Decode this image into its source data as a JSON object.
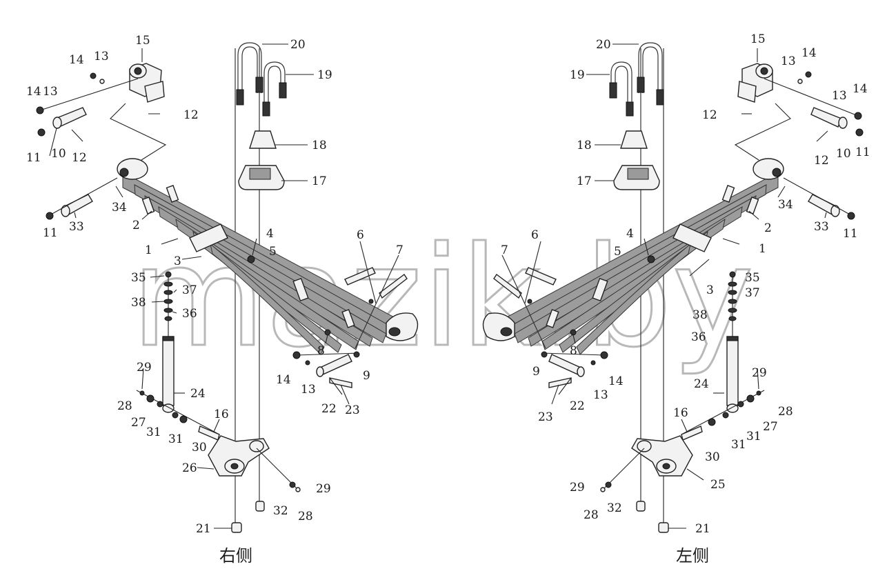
{
  "labels_right": [
    {
      "id": "r20",
      "text": "20"
    },
    {
      "id": "r19",
      "text": "19"
    },
    {
      "id": "r18",
      "text": "18"
    },
    {
      "id": "r17",
      "text": "17"
    },
    {
      "id": "r15",
      "text": "15"
    },
    {
      "id": "r14a",
      "text": "14"
    },
    {
      "id": "r13a",
      "text": "13"
    },
    {
      "id": "r14b",
      "text": "14"
    },
    {
      "id": "r13b",
      "text": "13"
    },
    {
      "id": "r12a",
      "text": "12"
    },
    {
      "id": "r11a",
      "text": "11"
    },
    {
      "id": "r10",
      "text": "10"
    },
    {
      "id": "r12b",
      "text": "12"
    },
    {
      "id": "r34",
      "text": "34"
    },
    {
      "id": "r11b",
      "text": "11"
    },
    {
      "id": "r33",
      "text": "33"
    },
    {
      "id": "r2",
      "text": "2"
    },
    {
      "id": "r1",
      "text": "1"
    },
    {
      "id": "r3",
      "text": "3"
    },
    {
      "id": "r4",
      "text": "4"
    },
    {
      "id": "r5",
      "text": "5"
    },
    {
      "id": "r6",
      "text": "6"
    },
    {
      "id": "r7",
      "text": "7"
    },
    {
      "id": "r35",
      "text": "35"
    },
    {
      "id": "r37",
      "text": "37"
    },
    {
      "id": "r38",
      "text": "38"
    },
    {
      "id": "r36",
      "text": "36"
    },
    {
      "id": "r8",
      "text": "8"
    },
    {
      "id": "r9",
      "text": "9"
    },
    {
      "id": "r14c",
      "text": "14"
    },
    {
      "id": "r13c",
      "text": "13"
    },
    {
      "id": "r22",
      "text": "22"
    },
    {
      "id": "r23",
      "text": "23"
    },
    {
      "id": "r29a",
      "text": "29"
    },
    {
      "id": "r24",
      "text": "24"
    },
    {
      "id": "r28a",
      "text": "28"
    },
    {
      "id": "r27",
      "text": "27"
    },
    {
      "id": "r31a",
      "text": "31"
    },
    {
      "id": "r31b",
      "text": "31"
    },
    {
      "id": "r16",
      "text": "16"
    },
    {
      "id": "r30",
      "text": "30"
    },
    {
      "id": "r26",
      "text": "26"
    },
    {
      "id": "r29b",
      "text": "29"
    },
    {
      "id": "r32",
      "text": "32"
    },
    {
      "id": "r28b",
      "text": "28"
    },
    {
      "id": "r21",
      "text": "21"
    }
  ],
  "labels_left": [
    {
      "id": "l20",
      "text": "20"
    },
    {
      "id": "l19",
      "text": "19"
    },
    {
      "id": "l18",
      "text": "18"
    },
    {
      "id": "l17",
      "text": "17"
    },
    {
      "id": "l15",
      "text": "15"
    },
    {
      "id": "l14a",
      "text": "14"
    },
    {
      "id": "l13a",
      "text": "13"
    },
    {
      "id": "l13b",
      "text": "13"
    },
    {
      "id": "l14b",
      "text": "14"
    },
    {
      "id": "l12a",
      "text": "12"
    },
    {
      "id": "l12b",
      "text": "12"
    },
    {
      "id": "l10",
      "text": "10"
    },
    {
      "id": "l11a",
      "text": "11"
    },
    {
      "id": "l34",
      "text": "34"
    },
    {
      "id": "l33",
      "text": "33"
    },
    {
      "id": "l11b",
      "text": "11"
    },
    {
      "id": "l2",
      "text": "2"
    },
    {
      "id": "l1",
      "text": "1"
    },
    {
      "id": "l4",
      "text": "4"
    },
    {
      "id": "l5",
      "text": "5"
    },
    {
      "id": "l3",
      "text": "3"
    },
    {
      "id": "l6",
      "text": "6"
    },
    {
      "id": "l7",
      "text": "7"
    },
    {
      "id": "l35",
      "text": "35"
    },
    {
      "id": "l37",
      "text": "37"
    },
    {
      "id": "l38",
      "text": "38"
    },
    {
      "id": "l36",
      "text": "36"
    },
    {
      "id": "l8",
      "text": "8"
    },
    {
      "id": "l9",
      "text": "9"
    },
    {
      "id": "l14c",
      "text": "14"
    },
    {
      "id": "l13c",
      "text": "13"
    },
    {
      "id": "l22",
      "text": "22"
    },
    {
      "id": "l23",
      "text": "23"
    },
    {
      "id": "l29a",
      "text": "29"
    },
    {
      "id": "l24",
      "text": "24"
    },
    {
      "id": "l28a",
      "text": "28"
    },
    {
      "id": "l27",
      "text": "27"
    },
    {
      "id": "l31a",
      "text": "31"
    },
    {
      "id": "l31b",
      "text": "31"
    },
    {
      "id": "l16",
      "text": "16"
    },
    {
      "id": "l30",
      "text": "30"
    },
    {
      "id": "l25",
      "text": "25"
    },
    {
      "id": "l29b",
      "text": "29"
    },
    {
      "id": "l32",
      "text": "32"
    },
    {
      "id": "l28b",
      "text": "28"
    },
    {
      "id": "l21",
      "text": "21"
    }
  ],
  "captions": {
    "right_side": "右侧",
    "left_side": "左侧"
  },
  "watermark": {
    "text": "mazik.by"
  },
  "colors": {
    "line": "#222222",
    "part_fill": "#f2f2f2",
    "leaf_fill": "#9c9c9c",
    "watermark_stroke": "#b8b8b8"
  }
}
